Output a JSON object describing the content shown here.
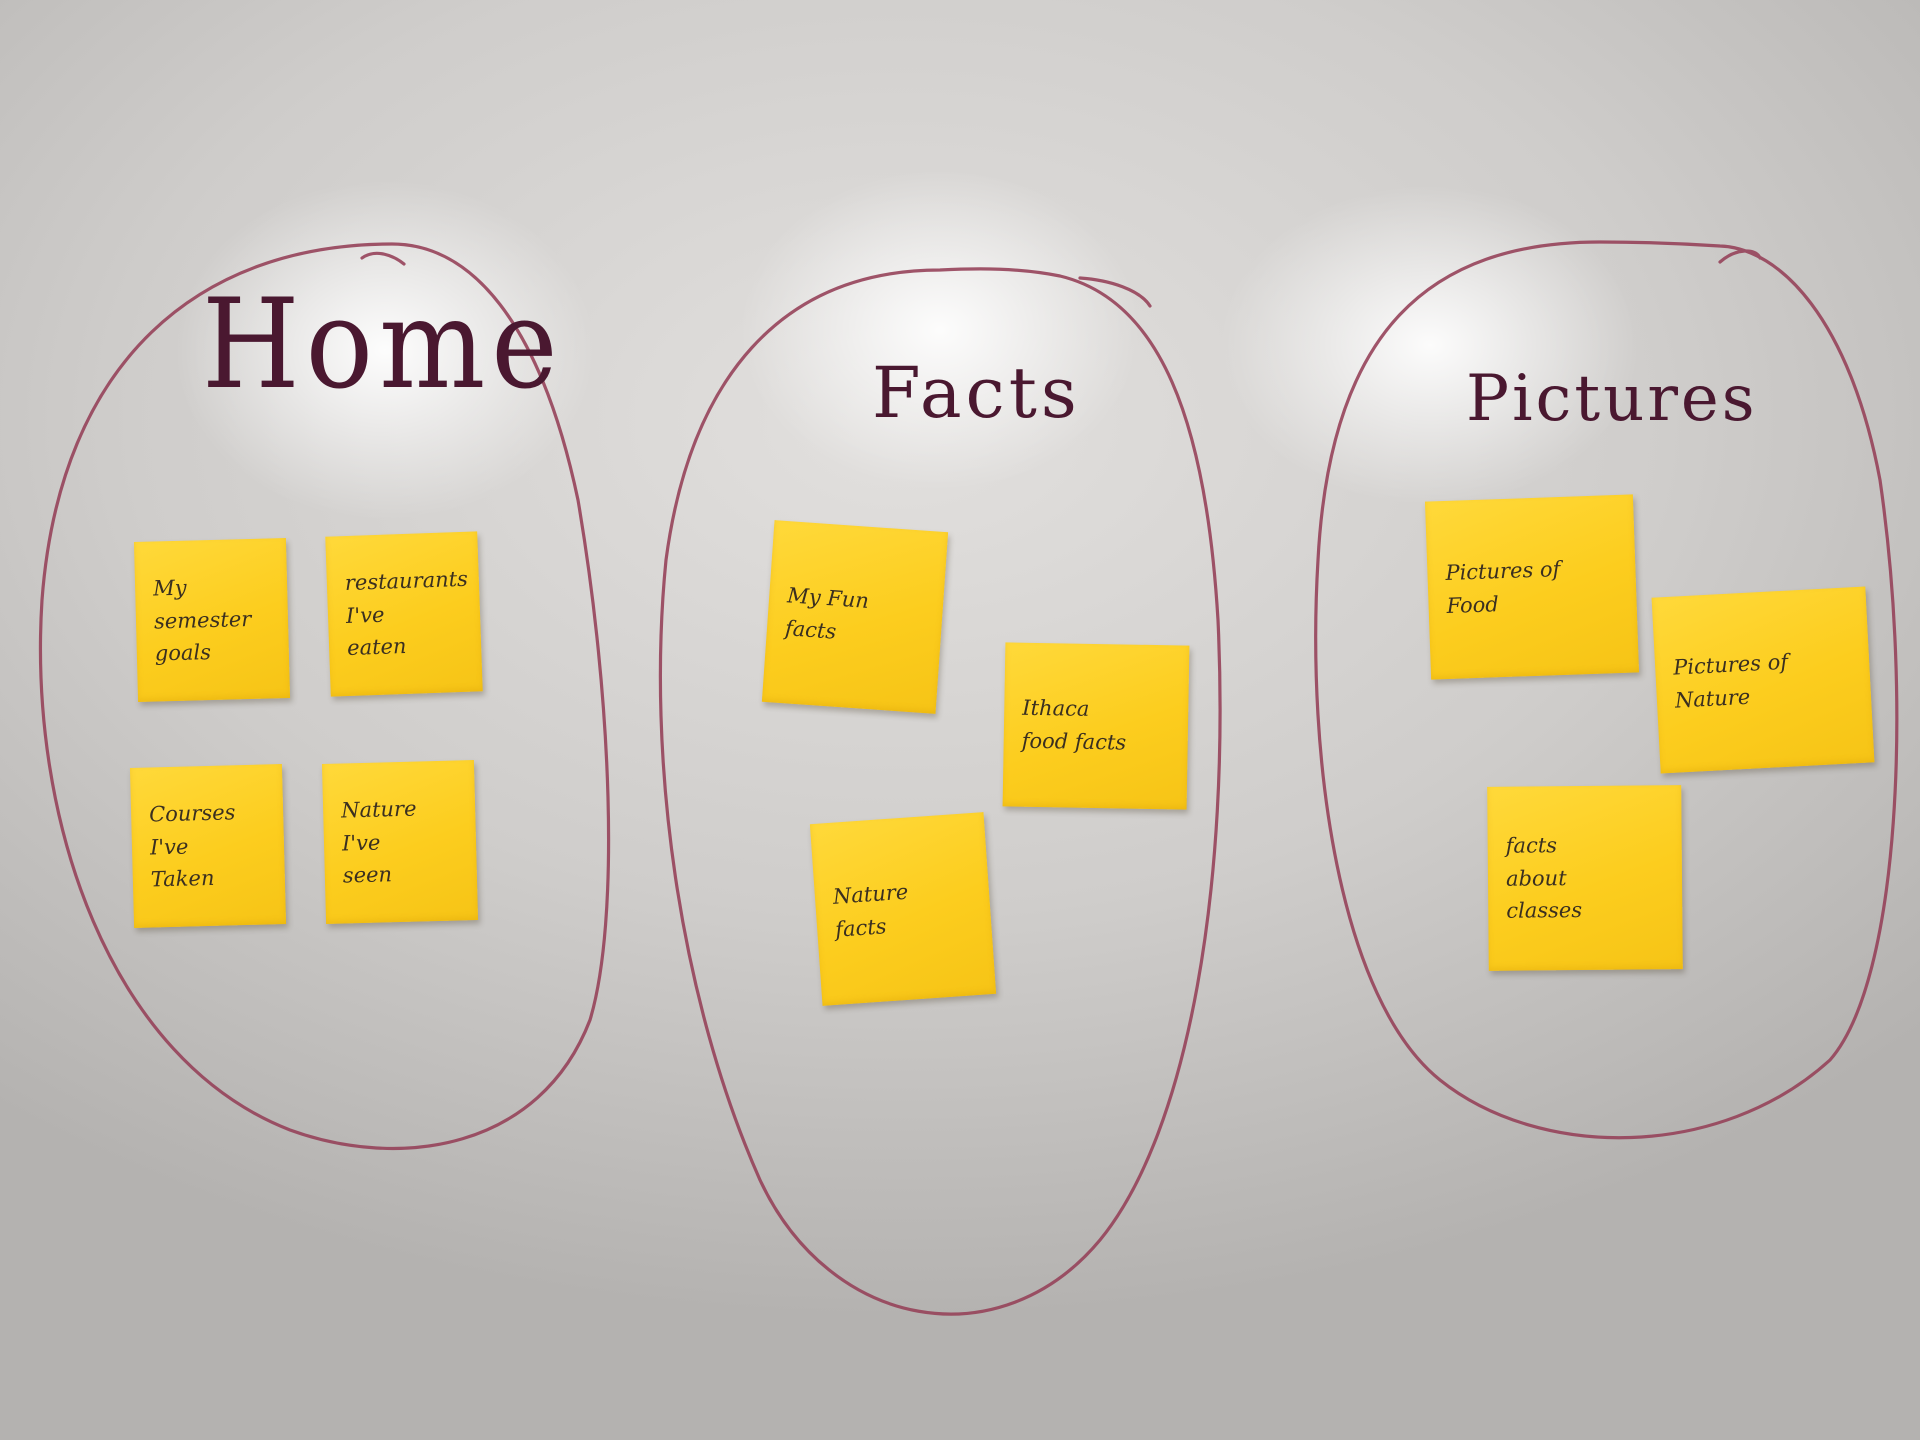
{
  "groups": [
    {
      "heading": "Home",
      "notes": [
        "My semester\ngoals",
        "restaurants\nI've\neaten",
        "Courses\nI've\nTaken",
        "Nature\nI've\nseen"
      ]
    },
    {
      "heading": "Facts",
      "notes": [
        "My Fun\nfacts",
        "Ithaca\nfood facts",
        "Nature\nfacts"
      ]
    },
    {
      "heading": "Pictures",
      "notes": [
        "Pictures of\nFood",
        "Pictures of\nNature",
        "facts\nabout\nclasses"
      ]
    }
  ],
  "colors": {
    "sticky_note": "#fccd1e",
    "marker": "#96425a",
    "whiteboard": "#d6d4d2"
  }
}
